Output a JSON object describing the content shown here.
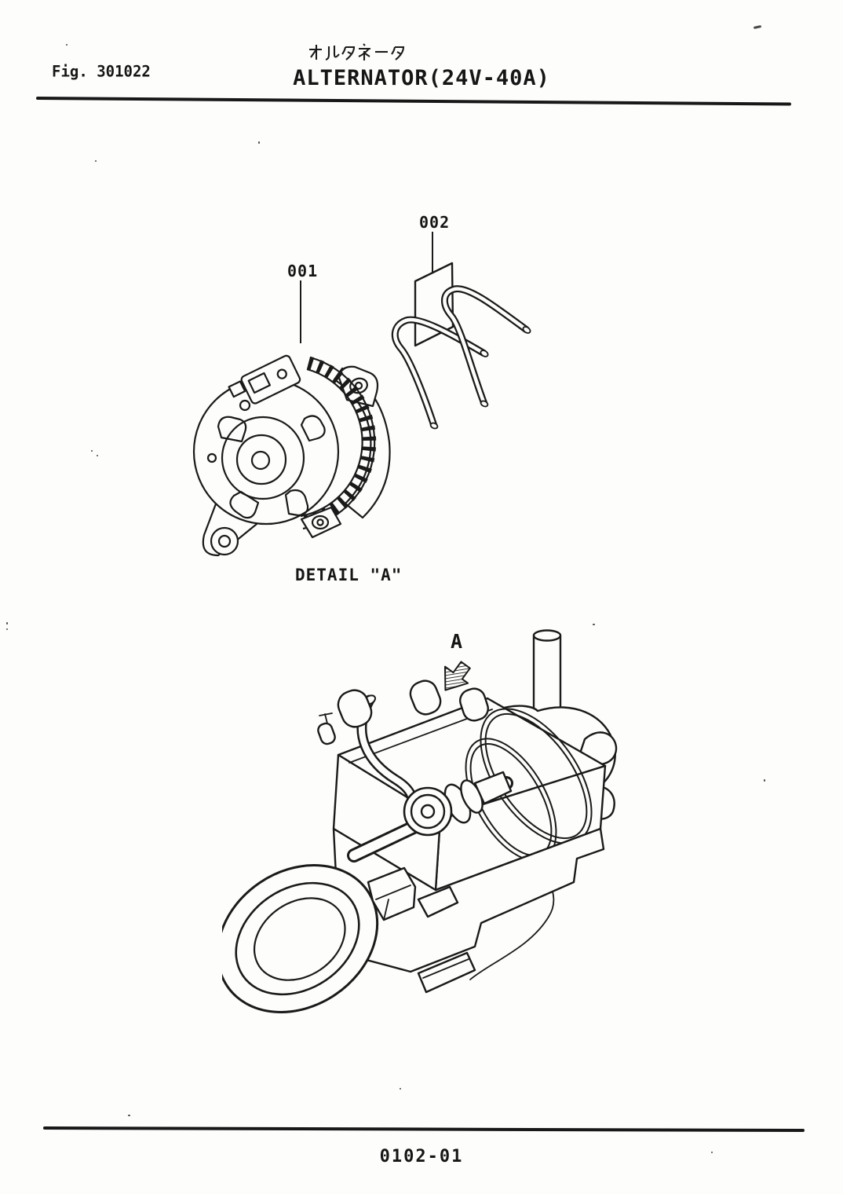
{
  "page": {
    "fig_label": "Fig. 301022",
    "title_ja": "オルタネータ",
    "title_en": "ALTERNATOR(24V-40A)",
    "footer_code": "0102-01"
  },
  "diagram": {
    "parts": [
      {
        "ref": "001"
      },
      {
        "ref": "002"
      }
    ],
    "detail_caption": "DETAIL \"A\"",
    "view_marker": "A"
  },
  "colors": {
    "ink": "#1a1a1a",
    "paper": "#fdfdfb"
  }
}
